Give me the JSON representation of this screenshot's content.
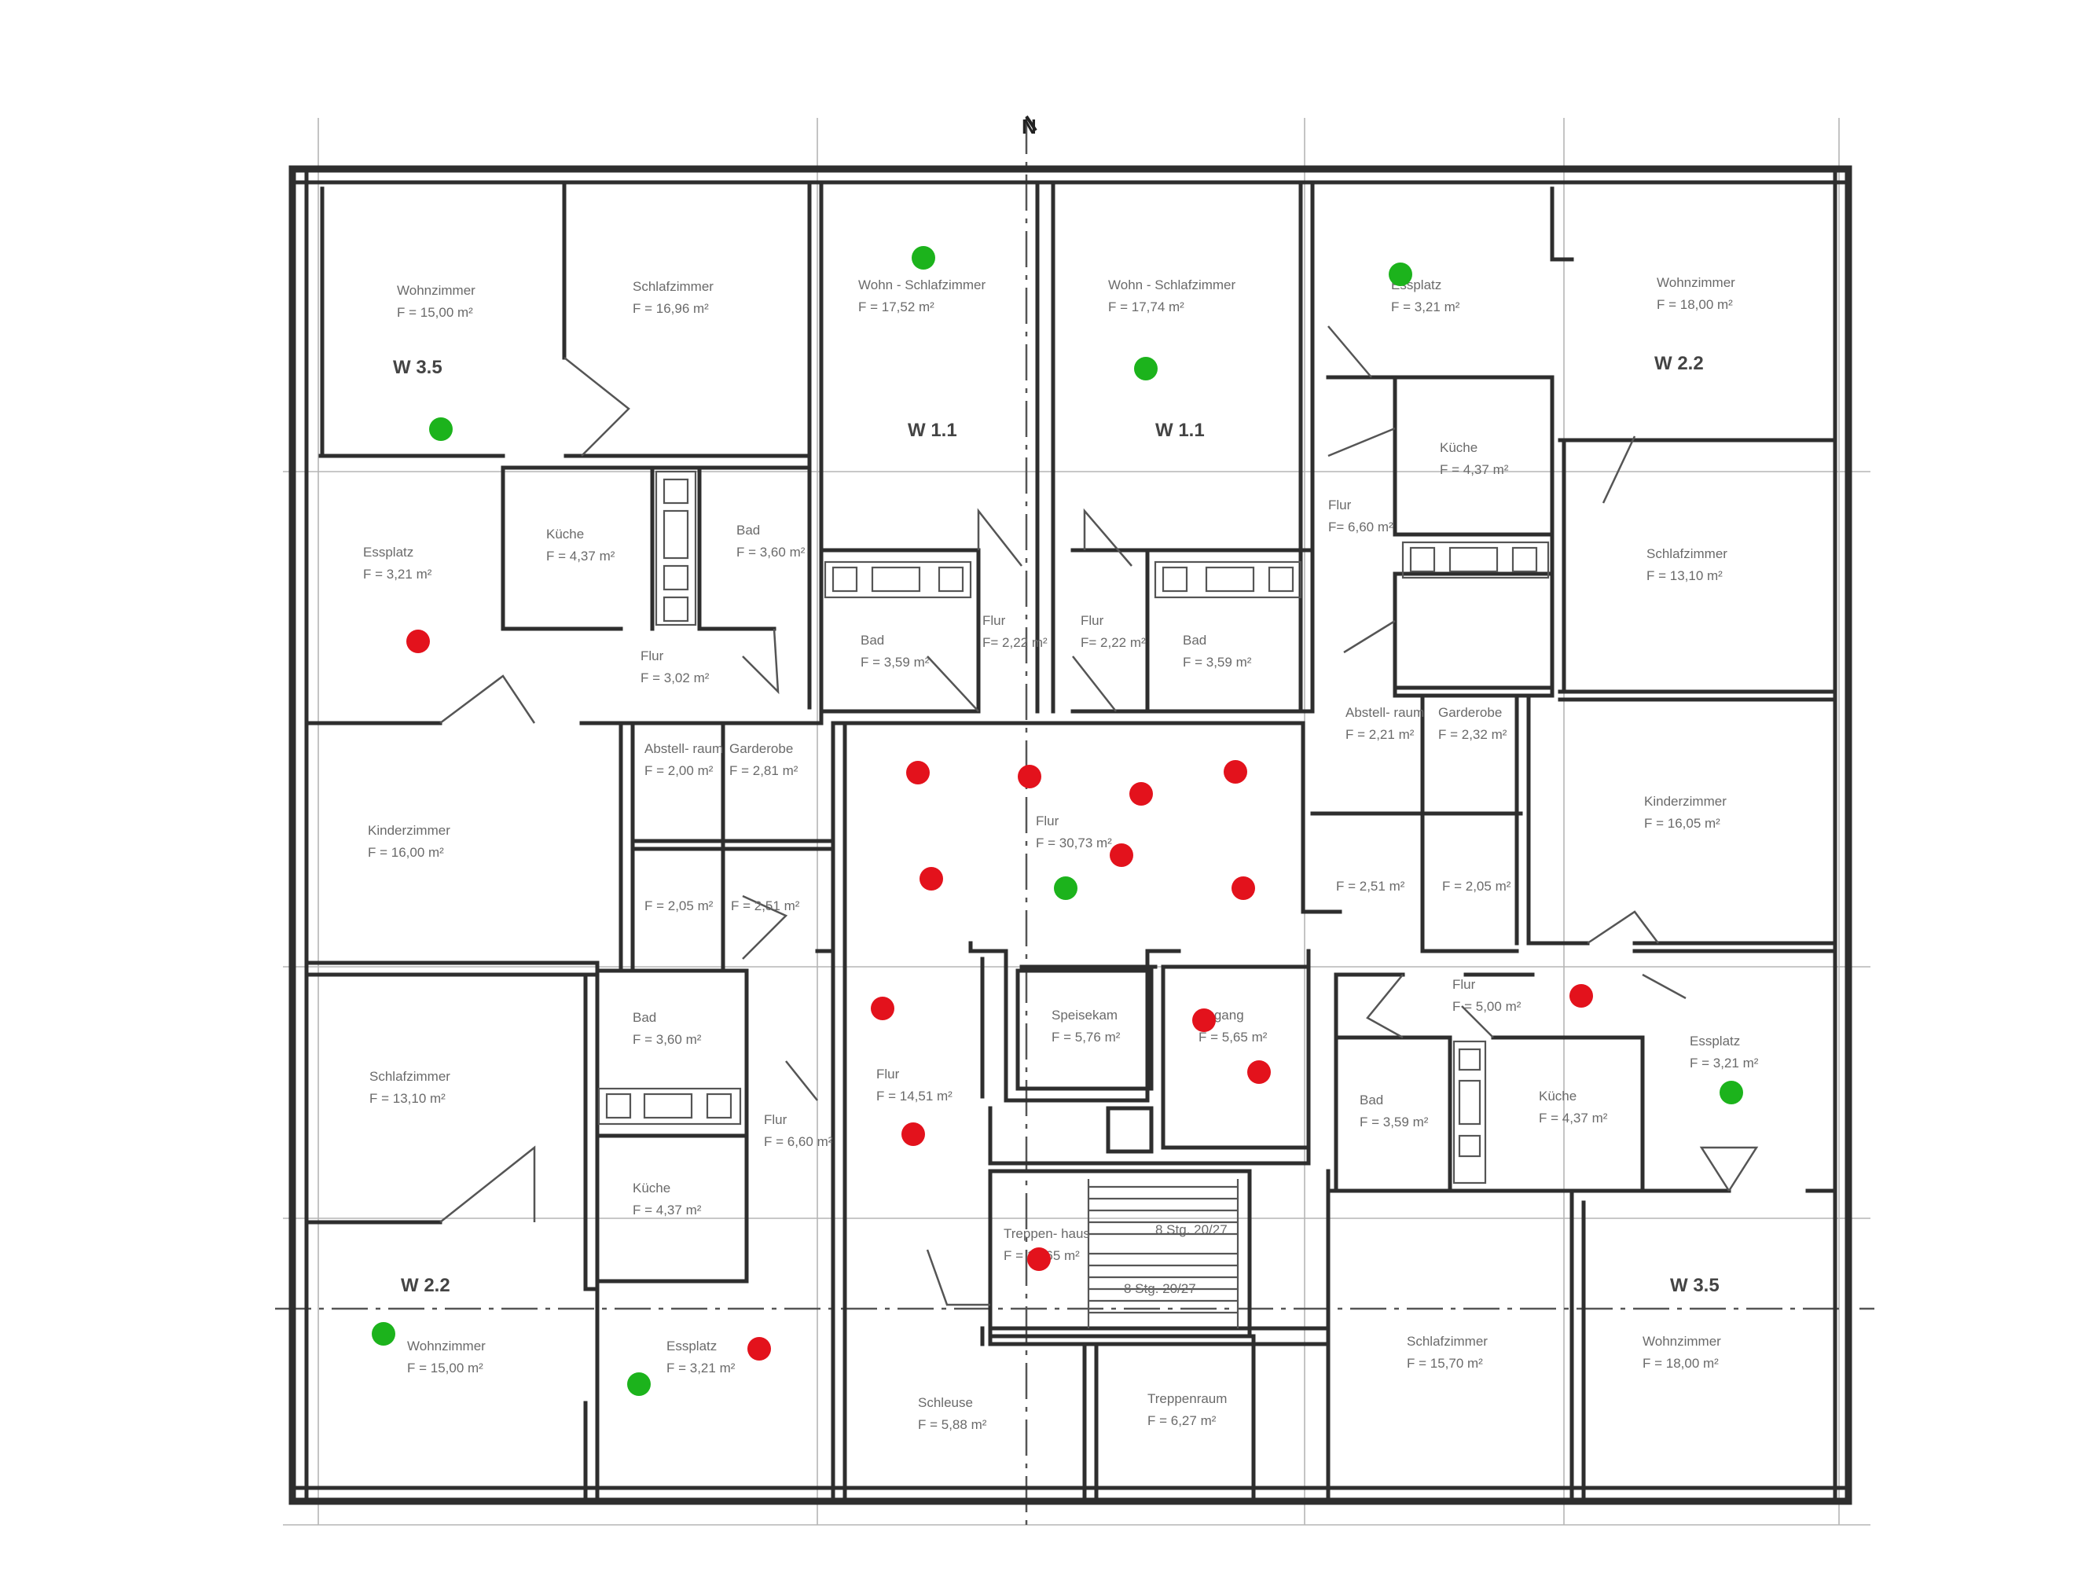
{
  "north_label": "N",
  "units": [
    {
      "name": "unit-w35-top",
      "label": "W 3.5"
    },
    {
      "name": "unit-w11-left",
      "label": "W 1.1"
    },
    {
      "name": "unit-w11-right",
      "label": "W 1.1"
    },
    {
      "name": "unit-w22-top",
      "label": "W 2.2"
    },
    {
      "name": "unit-w22-bottom",
      "label": "W 2.2"
    },
    {
      "name": "unit-w35-bottom",
      "label": "W 3.5"
    }
  ],
  "rooms": [
    {
      "name": "room-wohnzimmer-w35",
      "label": "Wohnzimmer",
      "area": "F = 15,00 m²"
    },
    {
      "name": "room-schlafzimmer-w35",
      "label": "Schlafzimmer",
      "area": "F = 16,96 m²"
    },
    {
      "name": "room-wohn-schlafzimmer-left",
      "label": "Wohn - Schlafzimmer",
      "area": "F = 17,52 m²"
    },
    {
      "name": "room-wohn-schlafzimmer-right",
      "label": "Wohn - Schlafzimmer",
      "area": "F = 17,74 m²"
    },
    {
      "name": "room-essplatz-top",
      "label": "Essplatz",
      "area": "F = 3,21 m²"
    },
    {
      "name": "room-wohnzimmer-w22",
      "label": "Wohnzimmer",
      "area": "F = 18,00 m²"
    },
    {
      "name": "room-kueche-top-right",
      "label": "Küche",
      "area": "F = 4,37 m²"
    },
    {
      "name": "room-flur-top-right",
      "label": "Flur",
      "area": "F= 6,60 m²"
    },
    {
      "name": "room-schlafzimmer-top-right",
      "label": "Schlafzimmer",
      "area": "F = 13,10 m²"
    },
    {
      "name": "room-essplatz-left",
      "label": "Essplatz",
      "area": "F = 3,21 m²"
    },
    {
      "name": "room-kueche-top-left",
      "label": "Küche",
      "area": "F = 4,37 m²"
    },
    {
      "name": "room-bad-top-left",
      "label": "Bad",
      "area": "F = 3,60 m²"
    },
    {
      "name": "room-flur-top-left",
      "label": "Flur",
      "area": "F = 3,02 m²"
    },
    {
      "name": "room-bad-w11-left",
      "label": "Bad",
      "area": "F = 3,59 m²"
    },
    {
      "name": "room-flur-w11-left",
      "label": "Flur",
      "area": "F= 2,22 m²"
    },
    {
      "name": "room-flur-w11-right",
      "label": "Flur",
      "area": "F= 2,22 m²"
    },
    {
      "name": "room-bad-w11-right",
      "label": "Bad",
      "area": "F = 3,59 m²"
    },
    {
      "name": "room-abstellraum-right",
      "label": "Abstell- raum",
      "area": "F = 2,21 m²"
    },
    {
      "name": "room-garderobe-right",
      "label": "Garderobe",
      "area": "F = 2,32 m²"
    },
    {
      "name": "room-abstellraum-left",
      "label": "Abstell- raum",
      "area": "F = 2,00 m²"
    },
    {
      "name": "room-garderobe-left",
      "label": "Garderobe",
      "area": "F = 2,81 m²"
    },
    {
      "name": "room-kinderzimmer-left",
      "label": "Kinderzimmer",
      "area": "F = 16,00 m²"
    },
    {
      "name": "room-kinderzimmer-right",
      "label": "Kinderzimmer",
      "area": "F = 16,05 m²"
    },
    {
      "name": "room-flur-center",
      "label": "Flur",
      "area": "F = 30,73 m²"
    },
    {
      "name": "room-small-left-a",
      "label": "",
      "area": "F = 2,05 m²"
    },
    {
      "name": "room-small-left-b",
      "label": "",
      "area": "F = 2,51 m²"
    },
    {
      "name": "room-small-right-a",
      "label": "",
      "area": "F = 2,51 m²"
    },
    {
      "name": "room-small-right-b",
      "label": "",
      "area": "F = 2,05 m²"
    },
    {
      "name": "room-flur-bottom-right",
      "label": "Flur",
      "area": "F = 5,00 m²"
    },
    {
      "name": "room-bad-bottom-left",
      "label": "Bad",
      "area": "F = 3,60 m²"
    },
    {
      "name": "room-schlafzimmer-bottom-left",
      "label": "Schlafzimmer",
      "area": "F = 13,10 m²"
    },
    {
      "name": "room-flur-bottom-left",
      "label": "Flur",
      "area": "F = 6,60 m²"
    },
    {
      "name": "room-speisekam-center",
      "label": "Speisekam",
      "area": "F = 5,76 m²"
    },
    {
      "name": "room-zugang-center",
      "label": "Zugang",
      "area": "F = 5,65 m²"
    },
    {
      "name": "room-flur-lower-center",
      "label": "Flur",
      "area": "F = 14,51 m²"
    },
    {
      "name": "room-bad-bottom-right",
      "label": "Bad",
      "area": "F = 3,59 m²"
    },
    {
      "name": "room-kueche-bottom-right",
      "label": "Küche",
      "area": "F = 4,37 m²"
    },
    {
      "name": "room-essplatz-right",
      "label": "Essplatz",
      "area": "F = 3,21 m²"
    },
    {
      "name": "room-kueche-bottom-left",
      "label": "Küche",
      "area": "F = 4,37 m²"
    },
    {
      "name": "room-treppenhaus",
      "label": "Treppen- haus",
      "area": "F = 13,65 m²"
    },
    {
      "name": "room-wohnzimmer-bottom-left",
      "label": "Wohnzimmer",
      "area": "F = 15,00 m²"
    },
    {
      "name": "room-essplatz-bottom",
      "label": "Essplatz",
      "area": "F = 3,21 m²"
    },
    {
      "name": "room-schleuse",
      "label": "Schleuse",
      "area": "F = 5,88 m²"
    },
    {
      "name": "room-treppenraum",
      "label": "Treppenraum",
      "area": "F = 6,27 m²"
    },
    {
      "name": "room-schlafzimmer-bottom-right",
      "label": "Schlafzimmer",
      "area": "F = 15,70 m²"
    },
    {
      "name": "room-wohnzimmer-bottom-right",
      "label": "Wohnzimmer",
      "area": "F = 18,00 m²"
    }
  ],
  "stair_notes": [
    {
      "name": "stair-note-upper",
      "label": "8 Stg. 20/27"
    },
    {
      "name": "stair-note-lower",
      "label": "8 Stg. 20/27"
    }
  ],
  "colors": {
    "green_marker": "#1cb31c",
    "red_marker": "#e3121c",
    "walls": "#2e2e2e",
    "grid": "#b5b5b5"
  },
  "markers": {
    "green": [
      {
        "name": "marker-green-1"
      },
      {
        "name": "marker-green-2"
      },
      {
        "name": "marker-green-3"
      },
      {
        "name": "marker-green-4"
      },
      {
        "name": "marker-green-5"
      },
      {
        "name": "marker-green-6"
      },
      {
        "name": "marker-green-7"
      },
      {
        "name": "marker-green-8"
      },
      {
        "name": "marker-green-9"
      }
    ],
    "red": [
      {
        "name": "marker-red-1"
      },
      {
        "name": "marker-red-2"
      },
      {
        "name": "marker-red-3"
      },
      {
        "name": "marker-red-4"
      },
      {
        "name": "marker-red-5"
      },
      {
        "name": "marker-red-6"
      },
      {
        "name": "marker-red-7"
      },
      {
        "name": "marker-red-8"
      },
      {
        "name": "marker-red-9"
      },
      {
        "name": "marker-red-10"
      },
      {
        "name": "marker-red-11"
      },
      {
        "name": "marker-red-12"
      },
      {
        "name": "marker-red-13"
      },
      {
        "name": "marker-red-14"
      },
      {
        "name": "marker-red-15"
      }
    ]
  }
}
